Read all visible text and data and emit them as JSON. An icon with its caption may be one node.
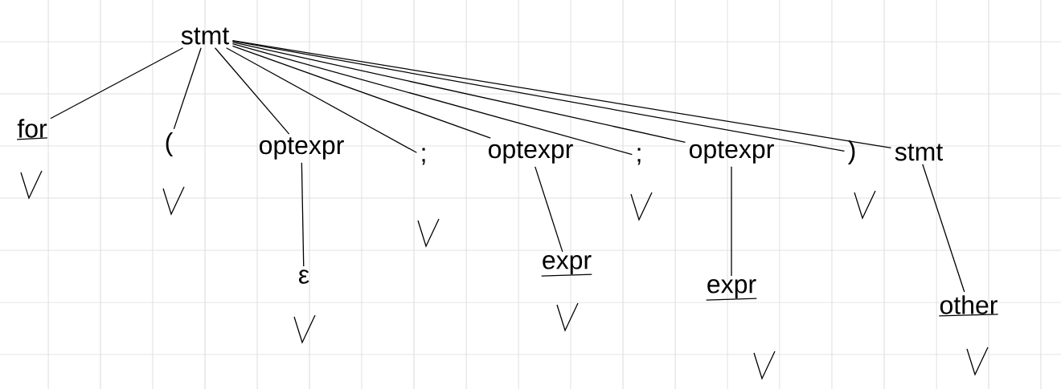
{
  "diagram": {
    "nodes": [
      {
        "text": [
          "stmt"
        ]
      },
      {
        "text": [
          "for"
        ]
      },
      {
        "text": [
          "("
        ]
      },
      {
        "text": [
          "optexpr"
        ]
      },
      {
        "text": [
          ";"
        ]
      },
      {
        "text": [
          "optexpr"
        ]
      },
      {
        "text": [
          ";"
        ]
      },
      {
        "text": [
          "optexpr"
        ]
      },
      {
        "text": [
          ")"
        ]
      },
      {
        "text": [
          "stmt"
        ]
      },
      {
        "text": [
          "ε"
        ]
      },
      {
        "text": [
          "expr"
        ]
      },
      {
        "text": [
          "expr"
        ]
      },
      {
        "text": [
          "other"
        ]
      }
    ],
    "edges": [
      {
        "from": 0,
        "to": 1,
        "arrow": "none"
      },
      {
        "from": 0,
        "to": 2,
        "arrow": "none"
      },
      {
        "from": 0,
        "to": 3,
        "arrow": "none"
      },
      {
        "from": 0,
        "to": 4,
        "arrow": "none"
      },
      {
        "from": 0,
        "to": 5,
        "arrow": "none"
      },
      {
        "from": 0,
        "to": 6,
        "arrow": "none"
      },
      {
        "from": 0,
        "to": 7,
        "arrow": "none"
      },
      {
        "from": 0,
        "to": 8,
        "arrow": "none"
      },
      {
        "from": 0,
        "to": 9,
        "arrow": "none"
      },
      {
        "from": 3,
        "to": 10,
        "arrow": "none"
      },
      {
        "from": 5,
        "to": 11,
        "arrow": "none"
      },
      {
        "from": 7,
        "to": 12,
        "arrow": "none"
      },
      {
        "from": 9,
        "to": 13,
        "arrow": "none"
      }
    ]
  }
}
